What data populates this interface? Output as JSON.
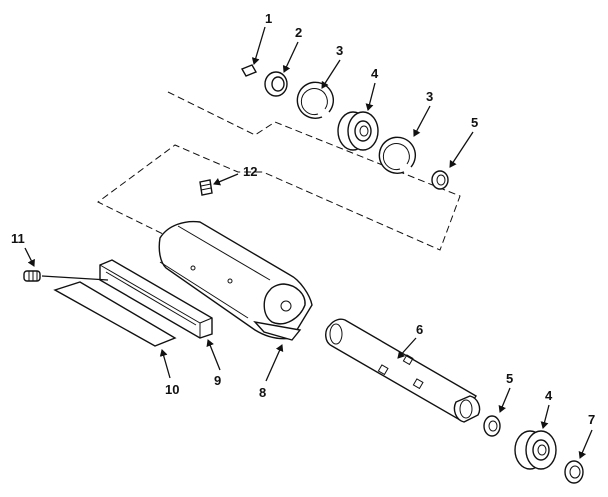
{
  "labels": {
    "l1": "1",
    "l2": "2",
    "l3a": "3",
    "l3b": "3",
    "l4a": "4",
    "l4b": "4",
    "l5a": "5",
    "l5b": "5",
    "l6": "6",
    "l7": "7",
    "l8": "8",
    "l9": "9",
    "l10": "10",
    "l11": "11",
    "l12": "12"
  }
}
